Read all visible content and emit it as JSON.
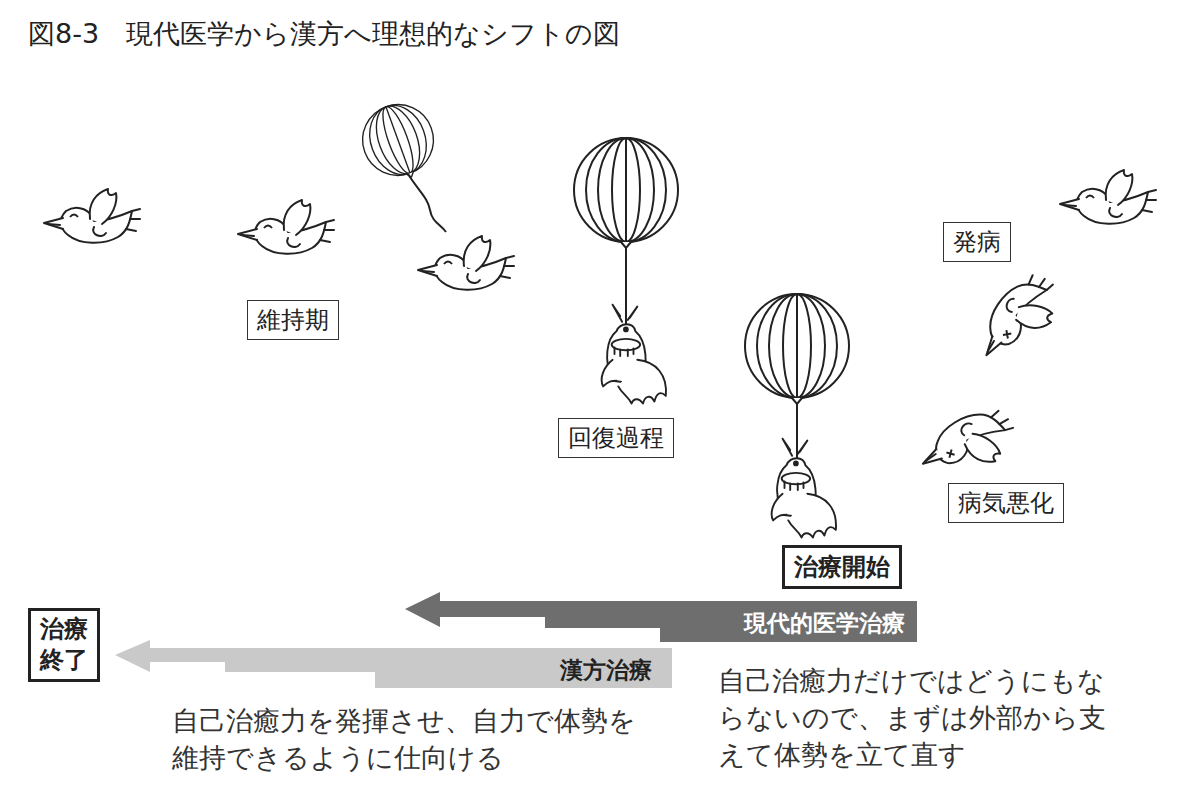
{
  "diagram": {
    "title": "図8-3　現代医学から漢方へ理想的なシフトの図",
    "nodes": [
      {
        "text": [
          "発病"
        ]
      },
      {
        "text": [
          "維持期"
        ]
      },
      {
        "text": [
          "回復過程"
        ]
      },
      {
        "text": [
          "病気悪化"
        ]
      },
      {
        "text": [
          "治療開始"
        ]
      },
      {
        "text": [
          "現代的医学治療"
        ]
      },
      {
        "text": [
          "治療終了"
        ]
      },
      {
        "text": [
          "漢方治療"
        ]
      }
    ],
    "labels": [
      "自己治癒力だけではどうにもならないので、まずは外部から支えて体勢を立て直す",
      "自己治癒力を発揮させ、自力で体勢を維持できるように仕向ける"
    ]
  }
}
